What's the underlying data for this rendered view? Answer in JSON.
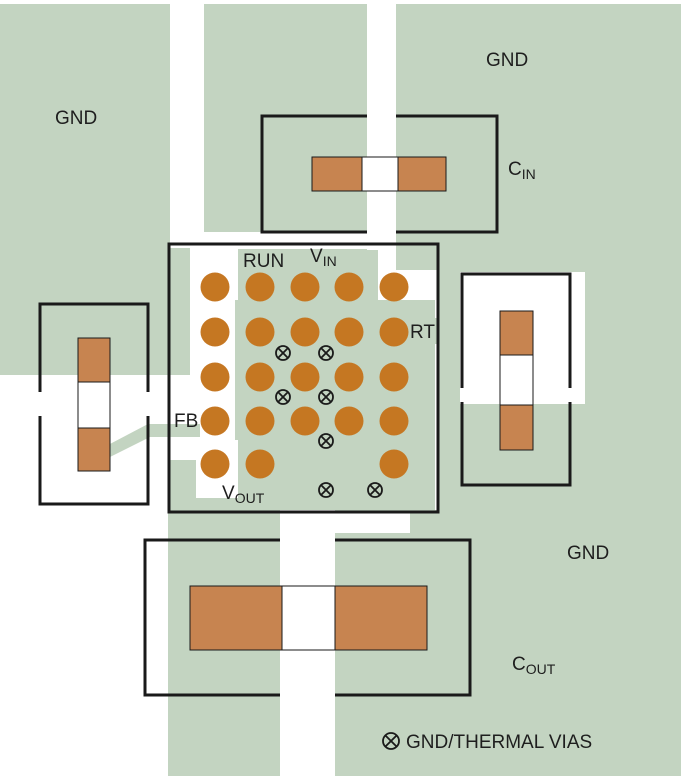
{
  "colors": {
    "copper": "#c3d4c1",
    "pad": "#c78450",
    "ball": "#c57722",
    "outline": "#1a1a1a",
    "background": "#ffffff"
  },
  "labels": {
    "gnd_left": "GND",
    "gnd_top_right": "GND",
    "gnd_bottom_right": "GND",
    "cin_main": "C",
    "cin_sub": "IN",
    "cout_main": "C",
    "cout_sub": "OUT",
    "run": "RUN",
    "vin_main": "V",
    "vin_sub": "IN",
    "rt": "RT",
    "fb": "FB",
    "vout_main": "V",
    "vout_sub": "OUT",
    "legend": "GND/THERMAL VIAS"
  },
  "icons": {
    "via": "via-x-circle-icon"
  }
}
